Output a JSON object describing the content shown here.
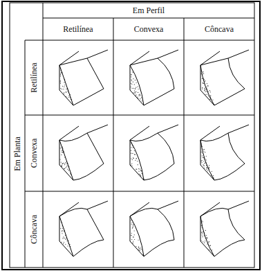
{
  "diagram": {
    "labels": [
      "Em Perfil",
      "Retilínea",
      "Convexa",
      "Côncava",
      "Em Planta",
      "Retilínea",
      "Convexa",
      "Côncava"
    ]
  }
}
